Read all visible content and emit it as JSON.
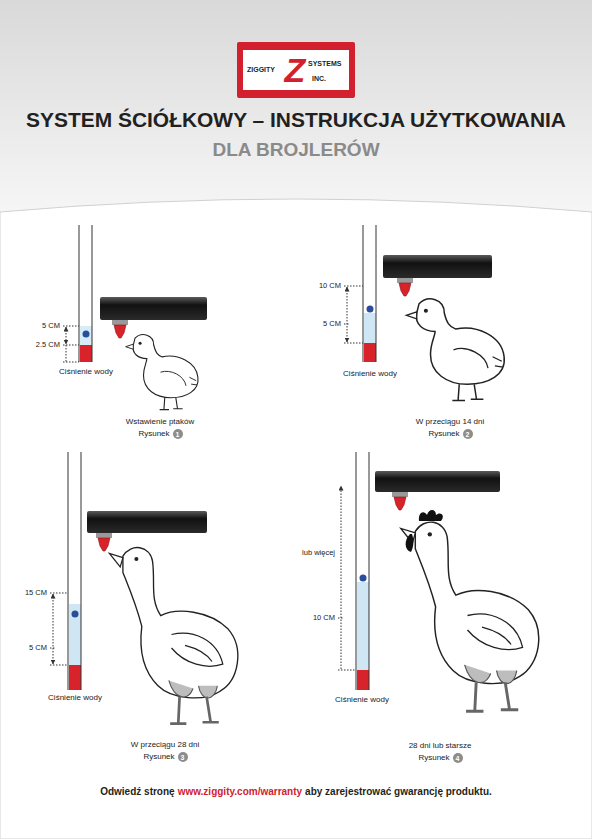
{
  "diagram": {
    "title": "SYSTEM ŚCIÓŁKOWY – INSTRUKCJA UŻYTKOWANIA",
    "nodes": [
      {
        "text": [
          "ZIGGITY",
          "Z",
          "SYSTEMS",
          "INC."
        ]
      },
      {
        "text": [
          "1"
        ]
      },
      {
        "text": [
          "2"
        ]
      },
      {
        "text": [
          "3"
        ]
      },
      {
        "text": [
          "4"
        ]
      }
    ],
    "labels": [
      "DLA BROJLERÓW",
      "5 CM",
      "2.5 CM",
      "Ciśnienie wody",
      "Wstawienie ptaków",
      "Rysunek",
      "10 CM",
      "5 CM",
      "Ciśnienie wody",
      "W przeciągu 14 dni",
      "Rysunek",
      "15 CM",
      "5 CM",
      "Ciśnienie wody",
      "W przeciągu 28 dni",
      "Rysunek",
      "lub więcej",
      "10 CM",
      "Ciśnienie wody",
      "28 dni lub starsze",
      "Rysunek",
      "Odwiedź stronę",
      "www.ziggity.com/warranty",
      "aby zarejestrować gwarancję produktu."
    ]
  }
}
